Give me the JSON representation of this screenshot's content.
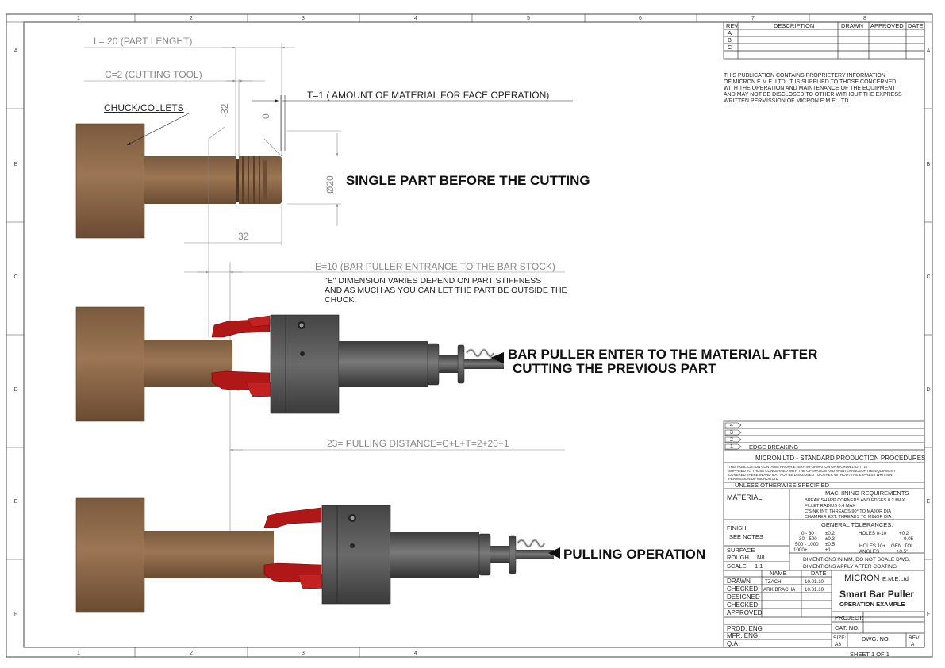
{
  "frame": {
    "col_numbers": [
      "1",
      "2",
      "3",
      "4",
      "5",
      "6",
      "7",
      "8"
    ],
    "row_letters": [
      "A",
      "B",
      "C",
      "D",
      "E",
      "F"
    ]
  },
  "revision_block": {
    "headers": [
      "REV",
      "DESCRIPTION",
      "DRAWN",
      "APPROVED",
      "DATE"
    ],
    "rows": [
      "A",
      "B",
      "C"
    ]
  },
  "proprietary_notice": [
    "THIS PUBLICATION CONTAINS PROPRIETERY INFORMATION",
    "OF MICRON E.M.E. LTD. IT IS SUPPLIED TO THOSE CONCERNED",
    "WITH THE OPERATION AND MAINTENANCE OF THE EQUIPMENT",
    "AND MAY NOT BE DISCLOSED TO OTHER WITHOUT THE EXPRESS",
    "WRITTEN PERMISSION OF MICRON E.M.E. LTD"
  ],
  "dimensions": {
    "part_length": "L= 20  (PART LENGHT)",
    "cutting_tool": "C=2 (CUTTING TOOL)",
    "face_material": "T=1 ( AMOUNT OF MATERIAL FOR FACE OPERATION)",
    "ordinate_left": "-32",
    "ordinate_zero": "0",
    "diameter": "Ø20",
    "bottom_length": "32",
    "entrance": "E=10 (BAR PULLER ENTRANCE TO THE BAR STOCK)",
    "pulling_distance": "23= PULLING DISTANCE=C+L+T=2+20+1"
  },
  "annotations": {
    "chuck_label": "CHUCK/COLLETS",
    "e_note": [
      "\"E\" DIMENSION VARIES DEPEND ON PART STIFFNESS",
      "AND AS MUCH AS YOU CAN LET THE PART BE OUTSIDE THE",
      "CHUCK."
    ]
  },
  "titles": {
    "single_part": "SINGLE PART BEFORE THE CUTTING",
    "bar_puller_line1": "BAR PULLER ENTER TO THE MATERIAL AFTER",
    "bar_puller_line2": "CUTTING THE PREVIOUS PART",
    "pulling": "PULLING OPERATION"
  },
  "colors": {
    "bronze": "#8e6a4a",
    "bronze_dark": "#6b4d33",
    "steel": "#5a5a5a",
    "red": "#b01818",
    "line": "#222222",
    "dim": "#888888"
  },
  "title_block": {
    "rev_markers": [
      "4",
      "3",
      "2",
      "1"
    ],
    "edge_breaking": "EDGE BREAKING",
    "procedures": "MICRON LTD -  STANDARD PRODUCTION PROCEDURES",
    "small_notice": [
      "THIS PUBLICATION CONTAINS PROPRIETERY INFORMATION OF MICRON LTD. IT IS",
      "SUPPLIED TO THOSE CONCERNED WITH THE OPERATION AND MAINTENANCEOF THE EQUIPMENT",
      "COVERED THERE IN AND MAY NOT BE DISCLOSED TO OTHER WITHOUT THE EXPRESS WRITTEN",
      "PERMISSION OF MICRON LTD"
    ],
    "unless": "UNLESS OTHERWISE SPECIFIED",
    "material": "MATERIAL:",
    "machining_title": "MACHINING REQUIREMENTS",
    "machining_lines": [
      "BREAK SHARP CORNERS AND EDGES 0.2 MAX",
      "FILLET RADIUS 0.4 MAX",
      "C'SINK INT. THREADS 90° TO MAJOR DIA",
      "CHAMFER EXT. THREADS TO MINOR DIA"
    ],
    "finish": "FINISH:",
    "see_notes": "SEE NOTES",
    "general_tol": "GENERAL TOLERANCES:",
    "tol_rows": [
      {
        "range": "0 -    30",
        "tol": "±0.2"
      },
      {
        "range": "30 -   500",
        "tol": "±0.3"
      },
      {
        "range": "500 -  1000",
        "tol": "±0.5"
      },
      {
        "range": "1000+",
        "tol": "±1"
      }
    ],
    "holes1": "HOLES  0-10",
    "holes1_tol_plus": "+0.2",
    "holes1_tol_minus": "-0.05",
    "holes2": "HOLES 10+",
    "gen_tol": "GEN. TOL.",
    "angles": "ANGLES",
    "angles_tol": "±0.5°",
    "surface": "SURFACE",
    "rough": "ROUGH.",
    "rough_val": "N8",
    "scale_label": "SCALE:",
    "scale_val": "1:1",
    "dim_note1": "DIMENTIONS IN MM. DO NOT SCALE DWG.",
    "dim_note2": "DIMENTIONS APPLY AFTER COATING",
    "name_hdr": "NAME",
    "date_hdr": "DATE",
    "approvals": [
      {
        "role": "DRAWN",
        "name": "TZACHI",
        "date": "10.01.10"
      },
      {
        "role": "CHECKED",
        "name": "ARK BRACHA",
        "date": "10.01.10"
      },
      {
        "role": "DESIGNED",
        "name": "",
        "date": ""
      },
      {
        "role": "CHECKED",
        "name": "",
        "date": ""
      },
      {
        "role": "APPROVED",
        "name": "",
        "date": ""
      }
    ],
    "lower_roles": [
      "PROD. ENG",
      "MFR. ENG",
      "Q.A"
    ],
    "company": "MICRON",
    "company_suffix": "E.M.E.Ltd",
    "drawing_title": "Smart Bar Puller",
    "drawing_subtitle": "OPERATION EXAMPLE",
    "project": "PROJECT:",
    "cat_no": "CAT. NO.",
    "size_label": "SIZE:",
    "size_val": "A3",
    "dwg_no": "DWG. NO.",
    "rev_label": "REV",
    "rev_val": "A",
    "sheet": "SHEET  1  OF  1"
  }
}
